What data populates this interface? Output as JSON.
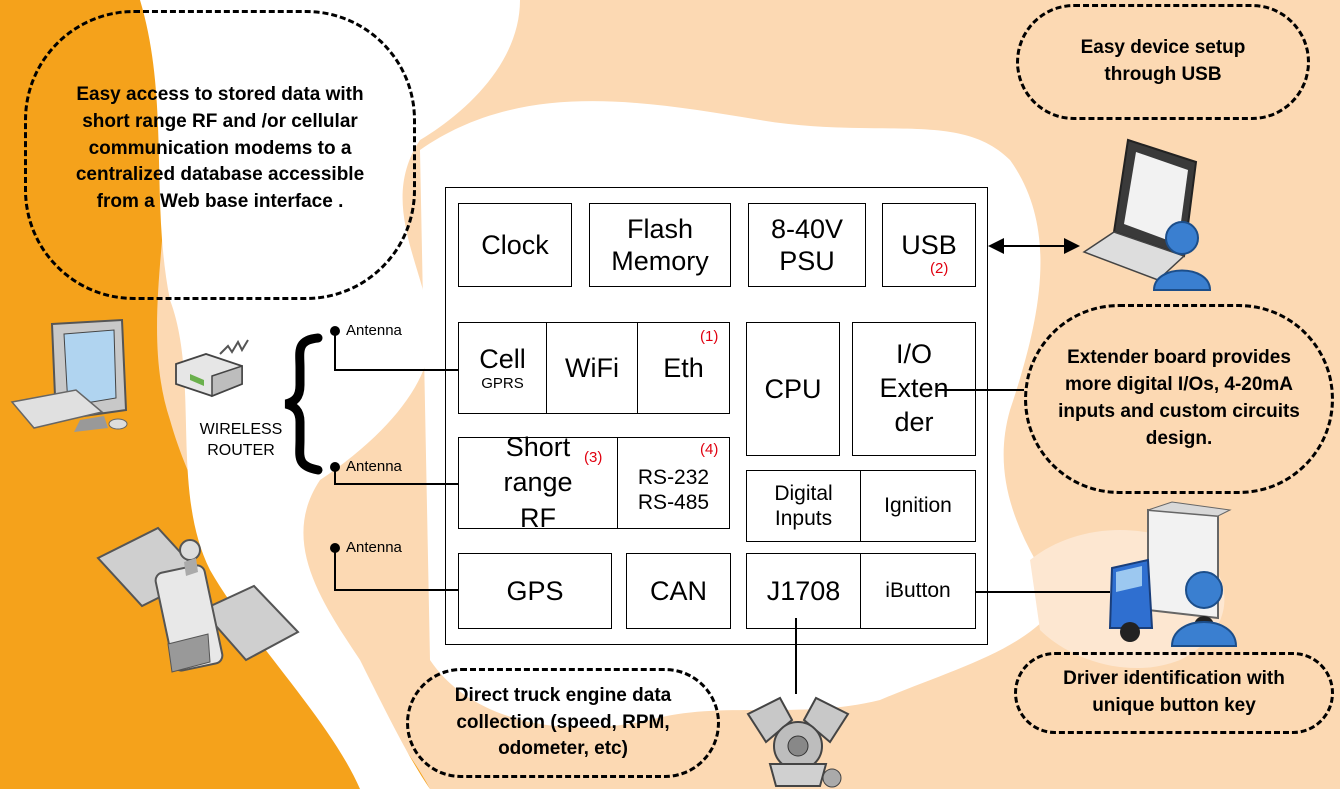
{
  "bubbles": {
    "data_access": "Easy access to stored data with short range RF and /or cellular communication modems to a centralized database accessible from a Web base interface .",
    "usb_setup": "Easy device setup through USB",
    "extender": "Extender board provides more digital I/Os, 4-20mA inputs and custom circuits design.",
    "driver_id": "Driver identification with unique button key",
    "engine": "Direct truck engine data collection (speed, RPM, odometer, etc)"
  },
  "modules": {
    "clock": "Clock",
    "flash": "Flash Memory",
    "psu": "8-40V PSU",
    "usb": "USB",
    "cell": "Cell",
    "gprs": "GPRS",
    "wifi": "WiFi",
    "eth": "Eth",
    "cpu": "CPU",
    "io_extender": "I/O Exten der",
    "short_range_rf": "Short range RF",
    "rs232": "RS-232",
    "rs485": "RS-485",
    "digital_inputs": "Digital Inputs",
    "ignition": "Ignition",
    "gps": "GPS",
    "can": "CAN",
    "j1708": "J1708",
    "ibutton": "iButton"
  },
  "notes": {
    "n1": "(1)",
    "n2": "(2)",
    "n3": "(3)",
    "n4": "(4)"
  },
  "antenna_labels": [
    "Antenna",
    "Antenna",
    "Antenna"
  ],
  "router_label": "WIRELESS ROUTER",
  "colors": {
    "orange": "#f5a21b",
    "peach": "#fcd9b3",
    "white": "#ffffff",
    "note_red": "#e0000f"
  },
  "icons": [
    "computer-icon",
    "wireless-router-icon",
    "satellite-icon",
    "laptop-user-icon",
    "truck-driver-icon",
    "engine-icon"
  ]
}
